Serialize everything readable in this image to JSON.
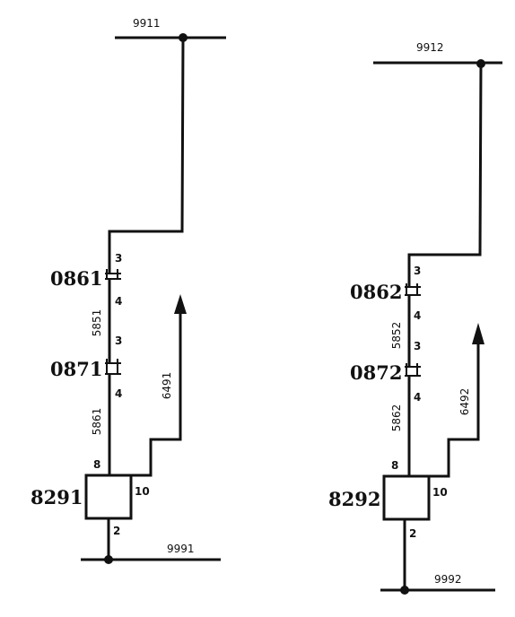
{
  "circuits": [
    {
      "top_net": "9911",
      "bottom_net": "9991",
      "connector_a": {
        "label": "0861",
        "pin_in": "3",
        "pin_out": "4"
      },
      "wire_ab": "5851",
      "connector_b": {
        "label": "0871",
        "pin_in": "3",
        "pin_out": "4"
      },
      "wire_b_module": "5861",
      "module": {
        "label": "8291",
        "pin_top": "8",
        "pin_right": "10",
        "pin_bottom": "2"
      },
      "output_wire": "6491"
    },
    {
      "top_net": "9912",
      "bottom_net": "9992",
      "connector_a": {
        "label": "0862",
        "pin_in": "3",
        "pin_out": "4"
      },
      "wire_ab": "5852",
      "connector_b": {
        "label": "0872",
        "pin_in": "3",
        "pin_out": "4"
      },
      "wire_b_module": "5862",
      "module": {
        "label": "8292",
        "pin_top": "8",
        "pin_right": "10",
        "pin_bottom": "2"
      },
      "output_wire": "6492"
    }
  ]
}
